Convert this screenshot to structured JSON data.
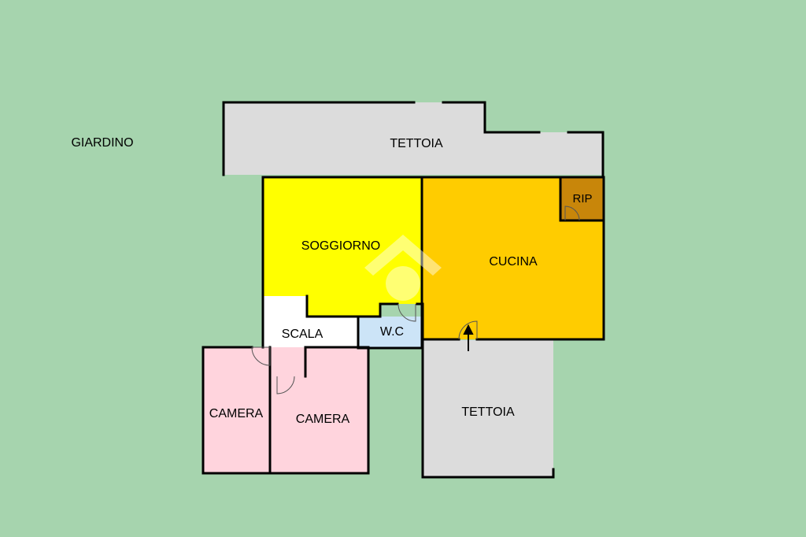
{
  "floor_plan": {
    "colors": {
      "background": "#a6d4ae",
      "tettoia": "#dcdcdc",
      "soggiorno": "#ffff00",
      "cucina": "#ffcc00",
      "ripostiglio": "#c8860a",
      "scala": "#ffffff",
      "wc": "#cce4f7",
      "camera": "#ffd4dd",
      "wall": "#000000"
    },
    "labels": {
      "giardino": "GIARDINO",
      "tettoia_top": "TETTOIA",
      "tettoia_bottom": "TETTOIA",
      "soggiorno": "SOGGIORNO",
      "cucina": "CUCINA",
      "rip": "RIP",
      "scala": "SCALA",
      "wc": "W.C",
      "camera_left": "CAMERA",
      "camera_right": "CAMERA"
    }
  }
}
